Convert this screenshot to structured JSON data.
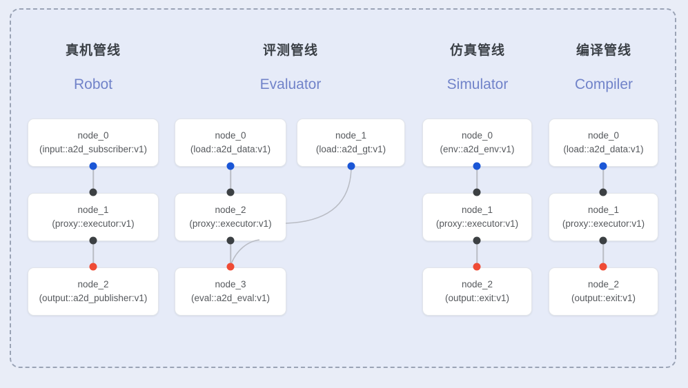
{
  "panel": {
    "border_color": "#9aa3b5",
    "background": "#e6ebf8"
  },
  "palette": {
    "accent_blue_port": "#1a56d6",
    "black_port": "#3c4043",
    "red_port": "#ef4b35",
    "subtitle_blue": "#7183c9",
    "title_gray": "#3b4046",
    "edge_gray": "#b9bcc4"
  },
  "columns": [
    {
      "id": "robot",
      "title": "真机管线",
      "subtitle": "Robot",
      "nodes": [
        {
          "id": "node_0",
          "type": "(input::a2d_subscriber:v1)"
        },
        {
          "id": "node_1",
          "type": "(proxy::executor:v1)"
        },
        {
          "id": "node_2",
          "type": "(output::a2d_publisher:v1)"
        }
      ]
    },
    {
      "id": "evaluator",
      "title": "评测管线",
      "subtitle": "Evaluator",
      "nodes": [
        {
          "id": "node_0",
          "type": "(load::a2d_data:v1)"
        },
        {
          "id": "node_1",
          "type": "(load::a2d_gt:v1)"
        },
        {
          "id": "node_2",
          "type": "(proxy::executor:v1)"
        },
        {
          "id": "node_3",
          "type": "(eval::a2d_eval:v1)"
        }
      ]
    },
    {
      "id": "simulator",
      "title": "仿真管线",
      "subtitle": "Simulator",
      "nodes": [
        {
          "id": "node_0",
          "type": "(env::a2d_env:v1)"
        },
        {
          "id": "node_1",
          "type": "(proxy::executor:v1)"
        },
        {
          "id": "node_2",
          "type": "(output::exit:v1)"
        }
      ]
    },
    {
      "id": "compiler",
      "title": "编译管线",
      "subtitle": "Compiler",
      "nodes": [
        {
          "id": "node_0",
          "type": "(load::a2d_data:v1)"
        },
        {
          "id": "node_1",
          "type": "(proxy::executor:v1)"
        },
        {
          "id": "node_2",
          "type": "(output::exit:v1)"
        }
      ]
    }
  ]
}
